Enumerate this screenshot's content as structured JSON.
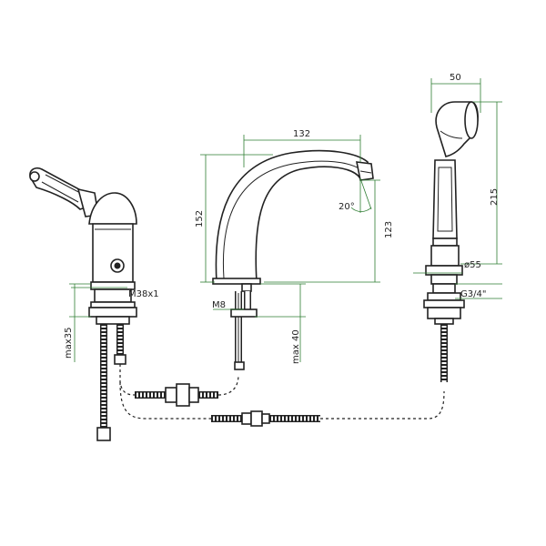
{
  "diagram": {
    "lever_valve": {
      "thread_label": "M38x1",
      "height_label": "max35"
    },
    "spout": {
      "width_label": "132",
      "height_label": "152",
      "outlet_height_label": "123",
      "angle_label": "20°",
      "bolt_label": "M8",
      "deck_label": "max 40"
    },
    "hand_shower": {
      "head_width_label": "50",
      "length_label": "215",
      "base_diameter_label": "ø55",
      "thread_label": "G3/4\""
    }
  }
}
